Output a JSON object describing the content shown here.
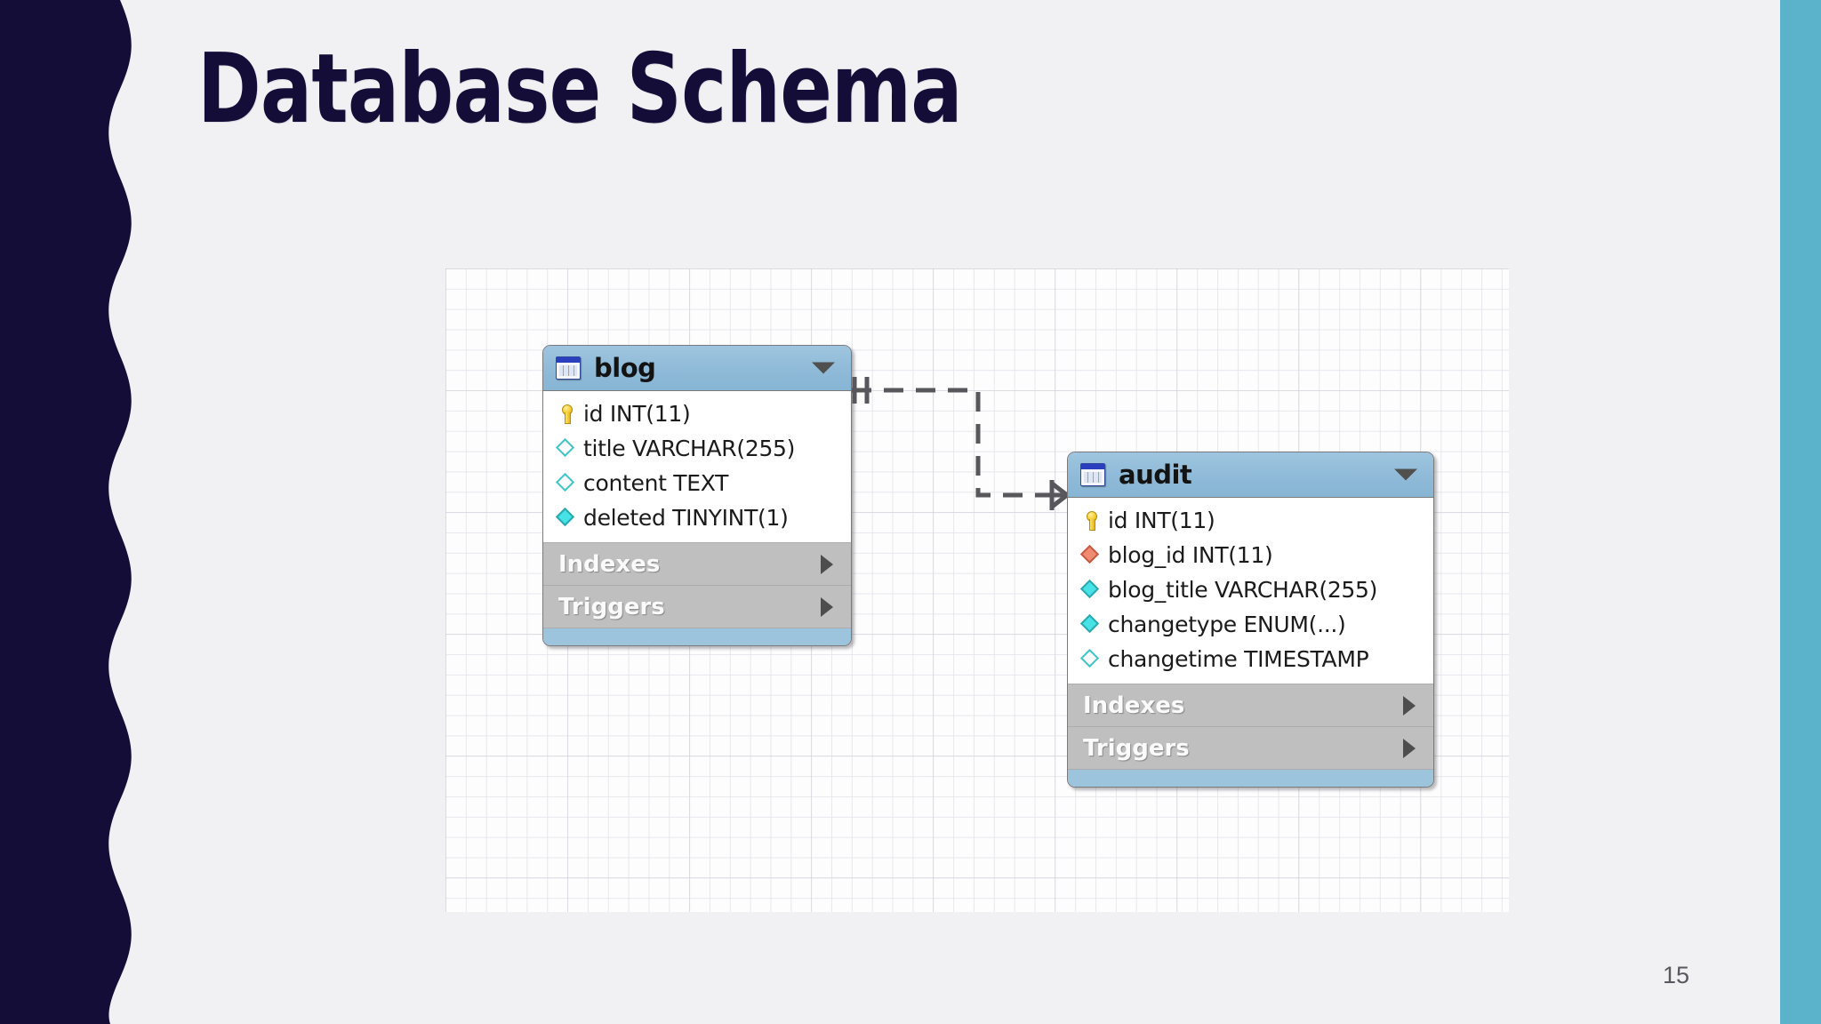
{
  "slide": {
    "title": "Database Schema",
    "page_number": "15",
    "accent_navy": "#140D38",
    "accent_teal": "#5BB2CB",
    "background": "#F1F1F4"
  },
  "diagram": {
    "type": "er-diagram",
    "tables": [
      {
        "name": "blog",
        "icon": "table-icon",
        "collapse_icon": "chevron-down-icon",
        "fields": [
          {
            "icon": "primary-key-icon",
            "label": "id INT(11)"
          },
          {
            "icon": "column-nullable-icon",
            "label": "title VARCHAR(255)"
          },
          {
            "icon": "column-nullable-icon",
            "label": "content TEXT"
          },
          {
            "icon": "column-notnull-icon",
            "label": "deleted TINYINT(1)"
          }
        ],
        "sections": [
          {
            "label": "Indexes",
            "icon": "expand-arrow-icon"
          },
          {
            "label": "Triggers",
            "icon": "expand-arrow-icon"
          }
        ]
      },
      {
        "name": "audit",
        "icon": "table-icon",
        "collapse_icon": "chevron-down-icon",
        "fields": [
          {
            "icon": "primary-key-icon",
            "label": "id INT(11)"
          },
          {
            "icon": "foreign-key-icon",
            "label": "blog_id INT(11)"
          },
          {
            "icon": "column-notnull-icon",
            "label": "blog_title VARCHAR(255)"
          },
          {
            "icon": "column-notnull-icon",
            "label": "changetype ENUM(...)"
          },
          {
            "icon": "column-nullable-icon",
            "label": "changetime TIMESTAMP"
          }
        ],
        "sections": [
          {
            "label": "Indexes",
            "icon": "expand-arrow-icon"
          },
          {
            "label": "Triggers",
            "icon": "expand-arrow-icon"
          }
        ]
      }
    ],
    "relationship": {
      "from": "blog",
      "to": "audit",
      "style": "dashed",
      "from_cardinality": "one",
      "to_cardinality": "many"
    }
  }
}
